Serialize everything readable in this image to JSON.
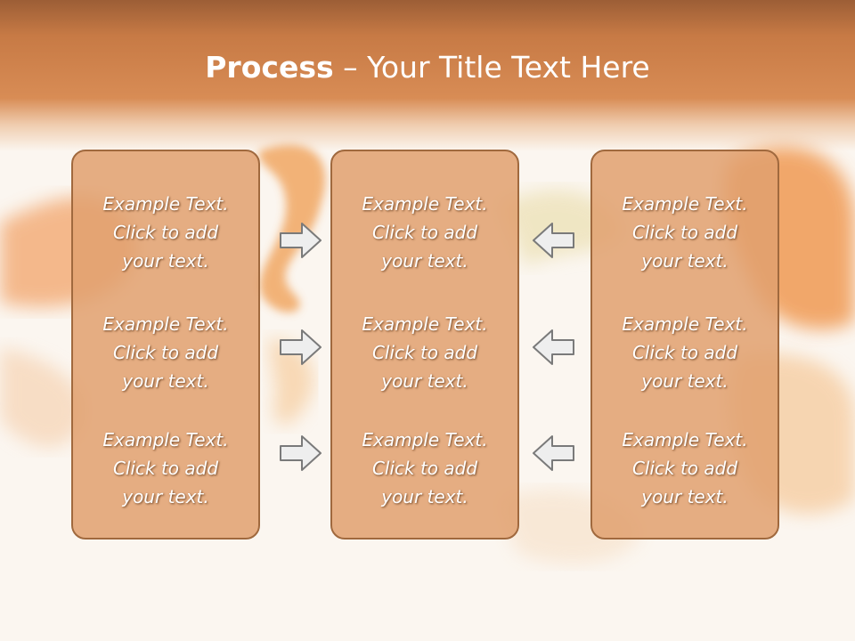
{
  "slide": {
    "title_bold": "Process",
    "title_rest": " – Your Title Text Here"
  },
  "columns": [
    {
      "items": [
        "Example Text.\nClick  to add\nyour text.",
        "Example Text.\nClick  to add\nyour text.",
        "Example Text.\nClick  to add\nyour text."
      ]
    },
    {
      "items": [
        "Example Text.\nClick  to add\nyour text.",
        "Example Text.\nClick  to add\nyour text.",
        "Example Text.\nClick  to add\nyour text."
      ]
    },
    {
      "items": [
        "Example Text.\nClick  to add\nyour text.",
        "Example Text.\nClick  to add\nyour text.",
        "Example Text.\nClick  to add\nyour text."
      ]
    }
  ],
  "arrows": {
    "left_set": "arrow-right-icon",
    "right_set": "arrow-left-icon"
  },
  "colors": {
    "title_band": "#c77a45",
    "box_fill": "#e1a06e",
    "box_border": "#a0693e",
    "arrow_fill": "#eeeeee",
    "arrow_stroke": "#7a7a7a"
  }
}
